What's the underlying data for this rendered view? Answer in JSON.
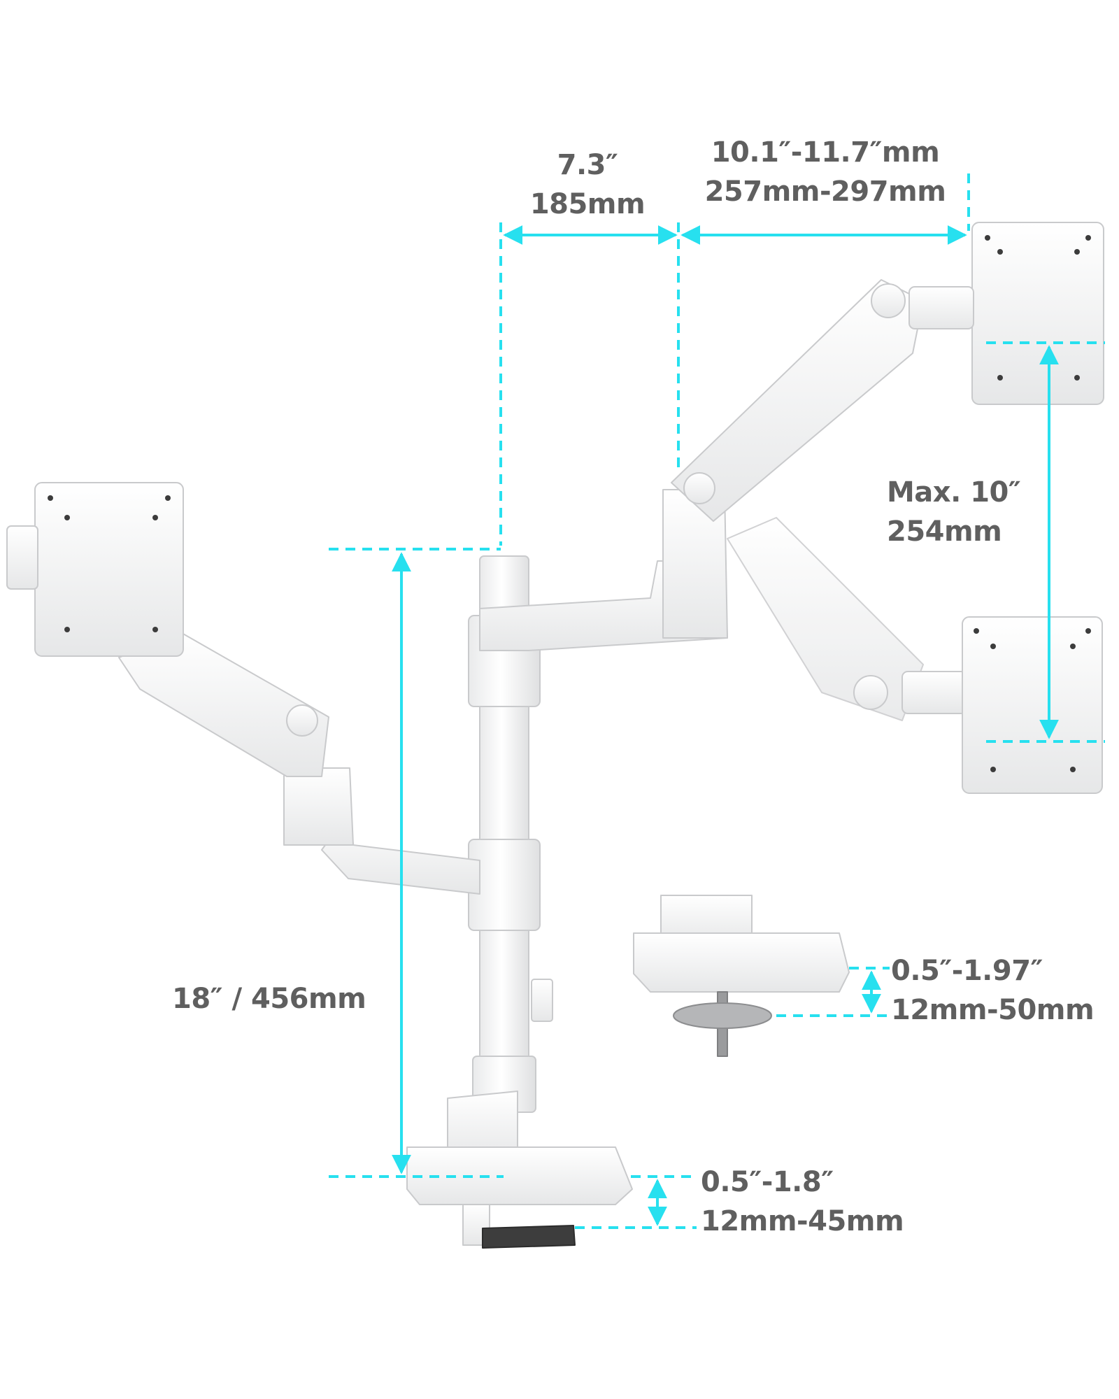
{
  "dimensions": {
    "arm_spacing": {
      "inches": "7.3″",
      "mm": "185mm"
    },
    "arm_reach": {
      "inches": "10.1″-11.7″mm",
      "mm": "257mm-297mm"
    },
    "vertical_travel": {
      "inches": "Max. 10″",
      "mm": "254mm"
    },
    "pole_height": {
      "text": "18″  / 456mm"
    },
    "clamp_detail_range": {
      "inches": "0.5″-1.97″",
      "mm": "12mm-50mm"
    },
    "desk_clamp_range": {
      "inches": "0.5″-1.8″",
      "mm": "12mm-45mm"
    }
  },
  "colors": {
    "dimension_line": "#27e0ef",
    "label_text": "#5f5f5f",
    "product_body": "#ffffff",
    "product_outline": "#c9cacc",
    "clamp_pad": "#3d3d3d"
  }
}
